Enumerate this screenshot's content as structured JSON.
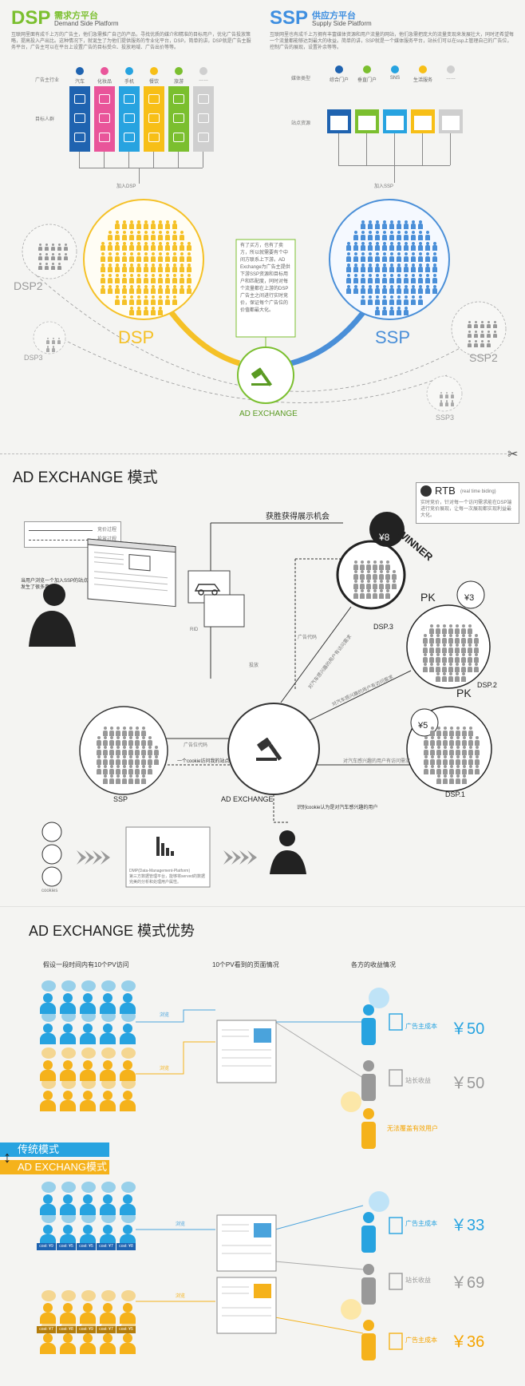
{
  "dsp": {
    "title": "DSP",
    "cn_title": "需求方平台",
    "en_title": "Demand Side Platform",
    "desc": "互联网里面有成千上万的广告主，他们急需推广自己的产品，寻找优质的媒介和精准的目标用户，优化广告投放策略，提高投入产出比。这种情况下，就诞生了为他们提供服务的专业化平台，DSP。简单的讲，DSP就是广告主服务平台，广告主可以在平台上设置广告的目标受众、投放地域、广告出价等等。",
    "row1_label": "广告主行业",
    "row2_label": "目标人群",
    "industries": [
      "汽车",
      "化妆品",
      "手机",
      "餐饮",
      "旅游",
      "……"
    ],
    "colors": [
      "#1f63b0",
      "#e9559a",
      "#27a3e0",
      "#f7bf17",
      "#7bbf2f",
      "#cfcfcf"
    ],
    "join_label": "加入DSP",
    "circle_label": "DSP",
    "color": "#f5c127"
  },
  "ssp": {
    "title": "SSP",
    "cn_title": "供应方平台",
    "en_title": "Supply Side Platform",
    "desc": "互联网里也有成千上万拥有丰富媒体资源和用户流量的网站，他们急需把庞大的流量变现来发展壮大，同时还希望每一个流量都能够达到最大的收益。简单的讲，SSP就是一个媒体服务平台，站长们可以在ssp上管理自己的广告位，控制广告的展现，设置补余等等。",
    "row1_label": "媒体类型",
    "row2_label": "站点资源",
    "media": [
      "综合门户",
      "垂直门户",
      "SNS",
      "生活服务",
      "……"
    ],
    "colors": [
      "#1f63b0",
      "#7bbf2f",
      "#27a3e0",
      "#f7bf17",
      "#cfcfcf"
    ],
    "join_label": "加入SSP",
    "circle_label": "SSP",
    "color": "#4a8fd8"
  },
  "others": {
    "dsp2": "DSP2",
    "dsp3": "DSP3",
    "ssp2": "SSP2",
    "ssp3": "SSP3"
  },
  "exchange": {
    "label": "AD EXCHANGE",
    "note": "有了买方，也有了卖方，所以就需要有个中间方联系上下游。AD Exchange为广告主提供下游SSP资源和目标用户和匹配度，同时对每个流量都在上游的DSP广告主之间进行实时竞价，保证每个广告位的价值都最大化。"
  },
  "mode": {
    "heading": "AD EXCHANGE 模式",
    "legend_bid": "竞价过程",
    "legend_deliver": "投放过程",
    "rtb_title": "RTB",
    "rtb_sub": "(real time biding)",
    "rtb_desc": "实时竞价，针对每一个访问需求能在DSP端进行竞价展现，让每一次展现都实现利益最大化。",
    "win_chance": "获胜获得展示机会",
    "visitor_note": "当用户浏览一个加入SSP的站点时，其实发生了很多事情~",
    "winner": "WINNER",
    "pk": "PK",
    "price_dsp3": "¥8",
    "price_dsp2": "¥3",
    "price_dsp1": "¥5",
    "dsp3": "DSP.3",
    "dsp2": "DSP.2",
    "dsp1": "DSP.1",
    "ssp": "SSP",
    "adx": "AD EXCHANGE",
    "code_label": "广告代码",
    "code_label2": "广告位代码",
    "cookie_visit": "一个cookie访问我的站点",
    "identify": "识别cookie认为是对汽车感兴趣的用户",
    "deliver": "投放",
    "rid": "RID",
    "req1": "对汽车感兴趣的用户有访问需求",
    "req2": "对汽车感兴趣的用户有访问需求",
    "req3": "对汽车感兴趣的用户有访问需求",
    "cookies": "cookies",
    "dmp": "DMP(Data-Management-Platform)\n第三方数据管理平台，能够将served的数据完美的分析和处理用户属性。"
  },
  "advantage": {
    "heading": "AD EXCHANGE 模式优势",
    "col1": "假设一段时间内有10个PV访问",
    "col2": "10个PV看到的页面情况",
    "col3": "各方的收益情况",
    "view": "浏览",
    "trad_cost_label": "广告主成本",
    "trad_cost": "￥50",
    "trad_site_label": "站长收益",
    "trad_site": "￥50",
    "trad_miss": "无法覆盖有效用户",
    "traditional": "传统模式",
    "adx_mode": "AD EXCHANG模式",
    "adx_cost1_label": "广告主成本",
    "adx_cost1": "￥33",
    "adx_site_label": "站长收益",
    "adx_site": "￥69",
    "adx_cost2_label": "广告主成本",
    "adx_cost2": "￥36",
    "blue_costs": [
      "cost: ¥9",
      "cost: ¥5",
      "cost: ¥5",
      "cost: ¥7",
      "cost: ¥8"
    ],
    "yellow_costs": [
      "cost: ¥7",
      "cost: ¥8",
      "cost: ¥9",
      "cost: ¥7",
      "cost: ¥5"
    ]
  }
}
